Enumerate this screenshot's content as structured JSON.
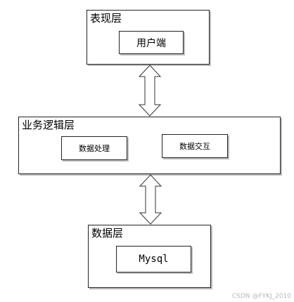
{
  "diagram": {
    "presentation_layer": {
      "title": "表现层",
      "client_box": "用户端"
    },
    "business_layer": {
      "title": "业务逻辑层",
      "data_processing_box": "数据处理",
      "data_interaction_box": "数据交互"
    },
    "data_layer": {
      "title": "数据层",
      "mysql_box": "Mysql"
    }
  },
  "watermark": "CSDN @FYKJ_2010"
}
